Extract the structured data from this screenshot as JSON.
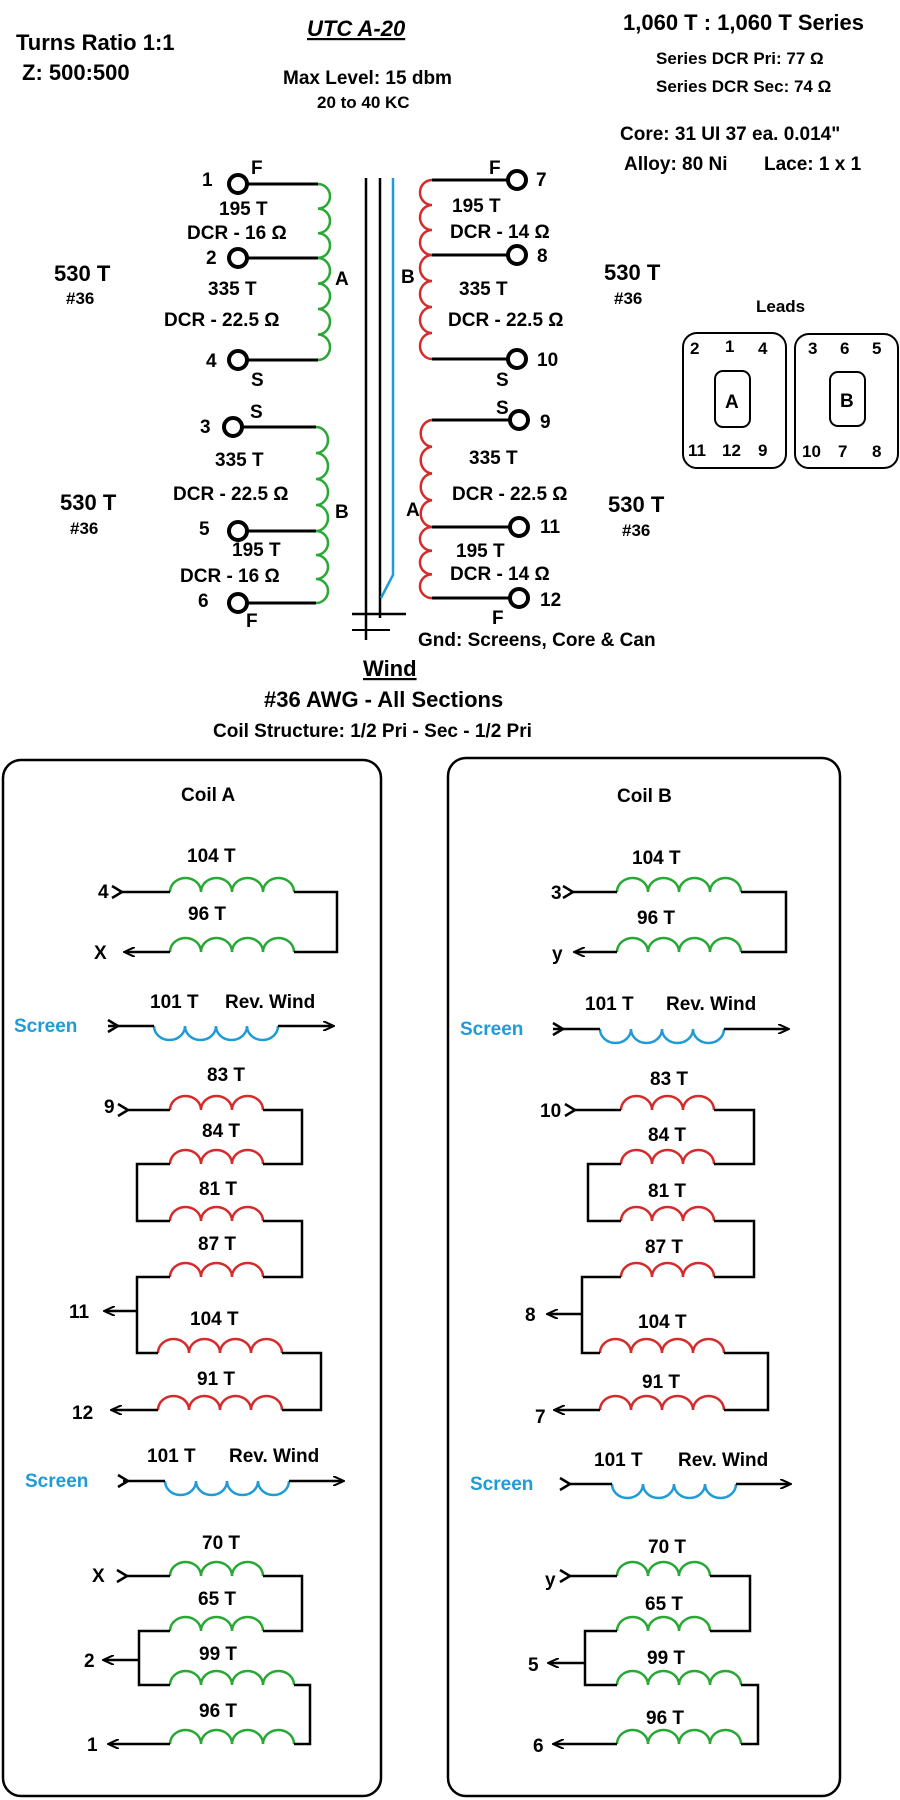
{
  "header": {
    "turns_ratio": "Turns Ratio  1:1",
    "impedance": "Z: 500:500",
    "model": "UTC A-20",
    "max_level": "Max Level:  15 dbm",
    "freq": "20 to 40 KC",
    "series_turns": "1,060 T : 1,060 T  Series",
    "dcr_pri": "Series DCR Pri:  77 Ω",
    "dcr_sec": "Series DCR Sec:  74 Ω",
    "core": "Core: 31 UI  37 ea. 0.014\"",
    "alloy": "Alloy:  80 Ni",
    "lace": "Lace:  1 x 1"
  },
  "schematic": {
    "pins": {
      "p1": "1",
      "p2": "2",
      "p3": "3",
      "p4": "4",
      "p5": "5",
      "p6": "6",
      "p7": "7",
      "p8": "8",
      "p9": "9",
      "p10": "10",
      "p11": "11",
      "p12": "12"
    },
    "tags": {
      "F": "F",
      "S": "S",
      "A": "A",
      "B": "B"
    },
    "turns": {
      "t195": "195 T",
      "t335": "335 T",
      "t530": "530 T"
    },
    "dcr": {
      "d16": "DCR - 16 Ω",
      "d14": "DCR - 14 Ω",
      "d225": "DCR - 22.5 Ω"
    },
    "awg": "#36",
    "ground": "Gnd: Screens, Core & Can",
    "colors": {
      "primary": "#2aa836",
      "secondary": "#d62b2b",
      "screen": "#1f9bd6"
    }
  },
  "leads": {
    "title": "Leads",
    "a": {
      "label": "A",
      "top": [
        "2",
        "1",
        "4"
      ],
      "bottom": [
        "11",
        "12",
        "9"
      ]
    },
    "b": {
      "label": "B",
      "top": [
        "3",
        "6",
        "5"
      ],
      "bottom": [
        "10",
        "7",
        "8"
      ]
    }
  },
  "wind": {
    "title": "Wind",
    "awg": "#36 AWG - All Sections",
    "structure": "Coil Structure: 1/2 Pri - Sec - 1/2 Pri"
  },
  "coil_a": {
    "title": "Coil A",
    "screen": "Screen",
    "rev": "Rev. Wind",
    "labels": {
      "s104": "104 T",
      "s96": "96 T",
      "s101": "101 T",
      "s83": "83 T",
      "s84": "84 T",
      "s81": "81 T",
      "s87": "87 T",
      "s91": "91 T",
      "s70": "70 T",
      "s65": "65 T",
      "s99": "99 T"
    },
    "pins": {
      "in1": "4",
      "out1": "X",
      "in2": "9",
      "tap": "11",
      "out2": "12",
      "in3": "X",
      "tap3": "2",
      "out3": "1"
    }
  },
  "coil_b": {
    "title": "Coil B",
    "screen": "Screen",
    "rev": "Rev. Wind",
    "labels": {
      "s104": "104 T",
      "s96": "96 T",
      "s101": "101 T",
      "s83": "83 T",
      "s84": "84 T",
      "s81": "81 T",
      "s87": "87 T",
      "s91": "91 T",
      "s70": "70 T",
      "s65": "65 T",
      "s99": "99 T"
    },
    "pins": {
      "in1": "3",
      "out1": "y",
      "in2": "10",
      "tap": "8",
      "out2": "7",
      "in3": "y",
      "tap3": "5",
      "out3": "6"
    }
  }
}
